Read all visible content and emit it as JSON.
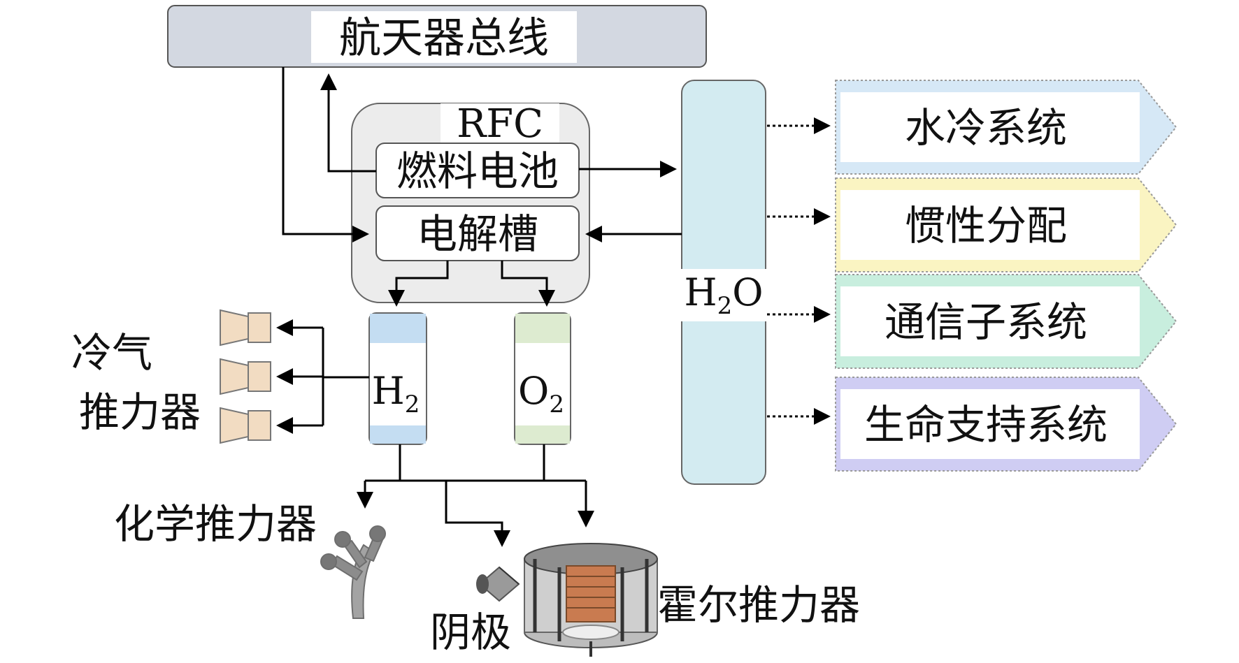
{
  "bus": {
    "label": "航天器总线"
  },
  "rfc": {
    "label": "RFC",
    "fuel_cell": "燃料电池",
    "electrolyzer": "电解槽"
  },
  "tanks": {
    "h2": {
      "main": "H",
      "sub": "2"
    },
    "o2": {
      "main": "O",
      "sub": "2"
    },
    "h2o": {
      "main1": "H",
      "sub": "2",
      "main2": "O"
    }
  },
  "cold_gas": {
    "line1": "冷气",
    "line2": "推力器"
  },
  "chemical_thruster": {
    "label": "化学推力器"
  },
  "cathode": {
    "label": "阴极"
  },
  "hall_thruster": {
    "label": "霍尔推力器"
  },
  "subsystems": [
    {
      "label": "水冷系统",
      "color": "#d6e8f6"
    },
    {
      "label": "惯性分配",
      "color": "#faf4c2"
    },
    {
      "label": "通信子系统",
      "color": "#c8eede"
    },
    {
      "label": "生命支持系统",
      "color": "#cfcdf3"
    }
  ],
  "colors": {
    "bus_fill": "#d3d8e1",
    "rfc_fill": "#ececec",
    "h2o_fill": "#d3ebf1",
    "h2_band": "#c4ddf2",
    "o2_band": "#ddebd0",
    "nozzle": "#f2dcc2"
  }
}
